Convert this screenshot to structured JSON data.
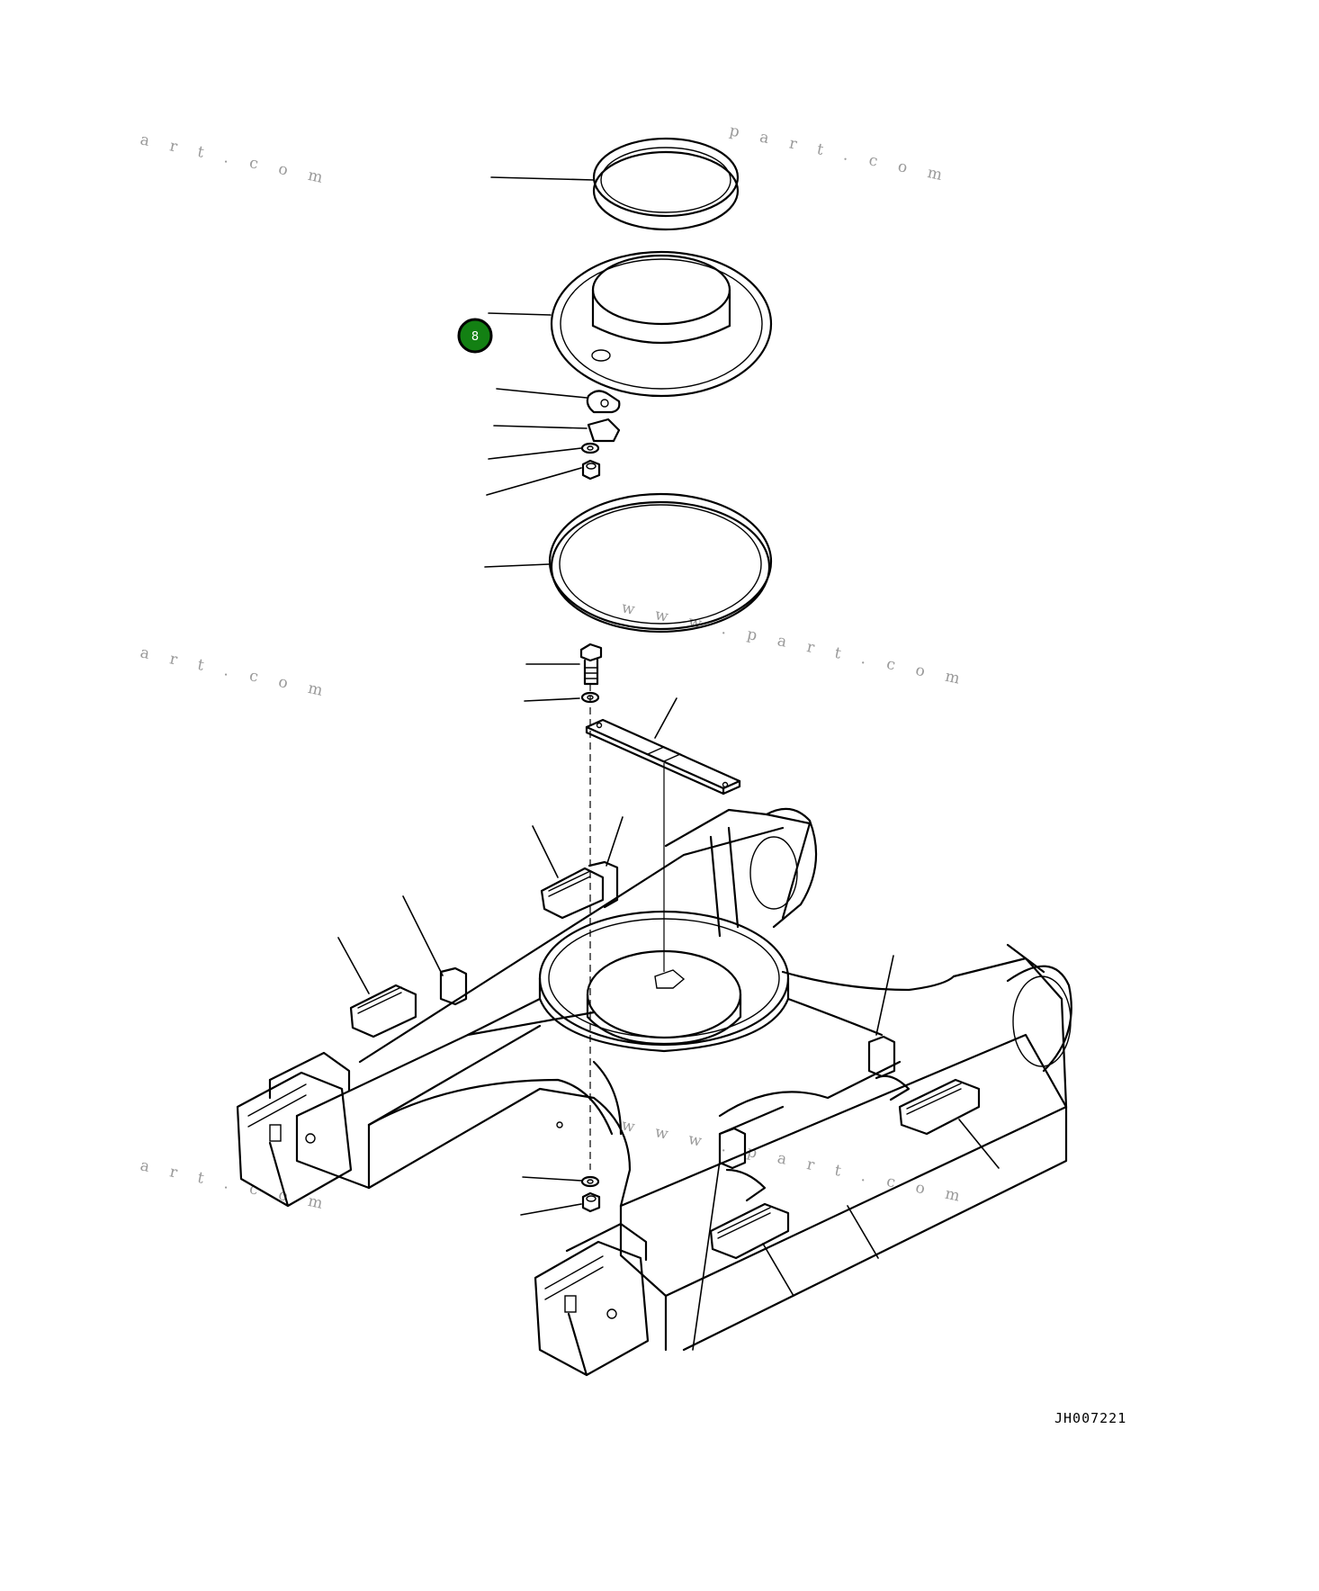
{
  "drawing_code": "JH007221",
  "hotspot": {
    "number": "8",
    "color": "#138013"
  },
  "watermarks": [
    "a r t . c o m",
    "p a r t . c o m",
    "a r t . c o m",
    "w w w . p a r t . c o m",
    "w w w . p a r t . c o m",
    "a r t . c o m"
  ]
}
